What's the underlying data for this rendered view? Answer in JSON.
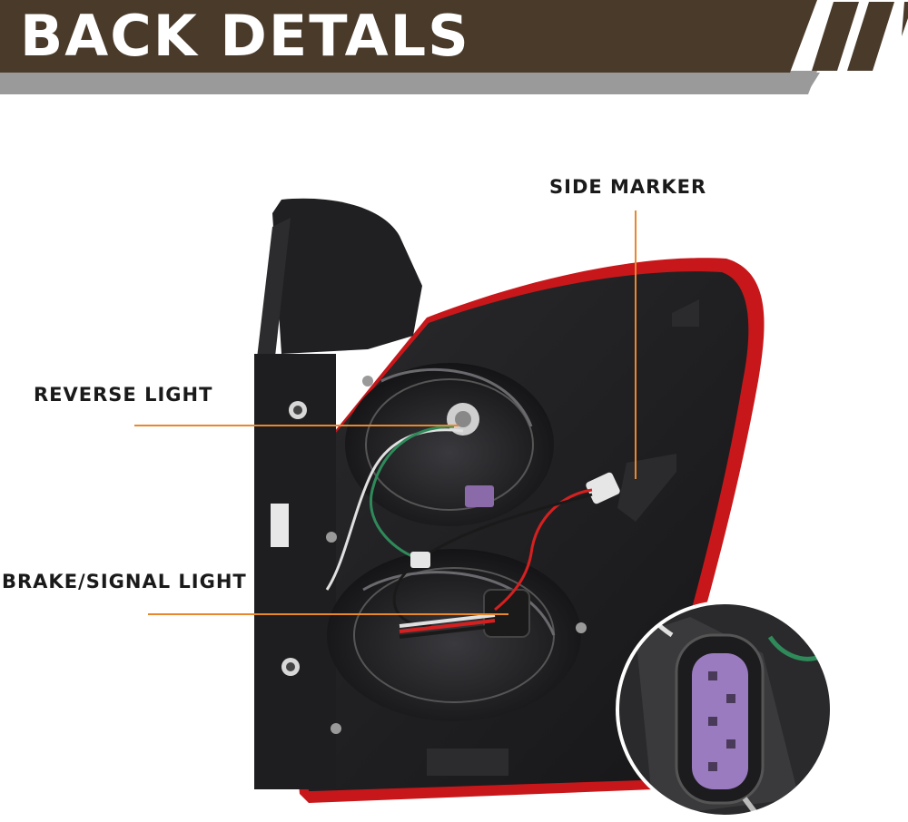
{
  "header": {
    "title": "BACK DETALS"
  },
  "callouts": {
    "side_marker": "SIDE MARKER",
    "reverse_light": "REVERSE LIGHT",
    "brake_signal_light": "BRAKE/SIGNAL LIGHT"
  },
  "colors": {
    "banner_brown": "#4a3a2a",
    "banner_gray": "#9a9a9a",
    "leader_orange": "#e8872c",
    "lens_red": "#c8171a",
    "housing_black": "#1c1c1e",
    "connector_purple": "#9b7bbf"
  },
  "icons": [
    "tail-light-housing",
    "wire-connector-closeup"
  ]
}
